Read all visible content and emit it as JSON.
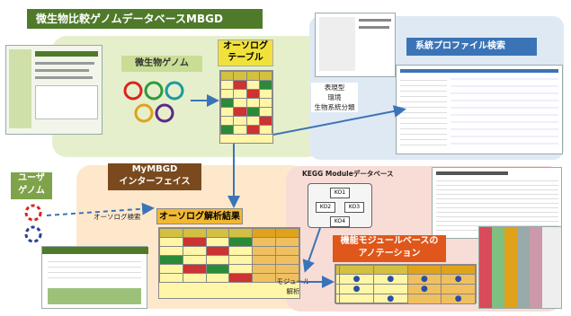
{
  "title": "微生物比較ゲノムデータベースMBGD",
  "labels": {
    "genome": "微生物ゲノム",
    "ortholog_table": "オーソログ\nテーブル",
    "env_label": "表現型\n環境\n生物系統分類",
    "phylo_search": "系統プロファイル検索",
    "user_genome": "ユーザ\nゲノム",
    "mymbgd": "MyMBGD\nインターフェイス",
    "ortho_search": "オーソログ検索",
    "ortho_result": "オーソログ解析結果",
    "kegg_db": "KEGG Moduleデータベース",
    "module_anno": "機能モジュールベースの\nアノテーション",
    "module_analysis": "モジュール\n解析"
  },
  "kegg_nodes": [
    "KO1",
    "KO2",
    "KO3",
    "KO4"
  ],
  "colors": {
    "banner": "#4f7a2a",
    "green_panel": "#e6efcc",
    "blue_panel": "#dfe9f4",
    "orange_panel": "#fde8cc",
    "pink_panel": "#f8dcd6",
    "arrow": "#3b74b6"
  }
}
